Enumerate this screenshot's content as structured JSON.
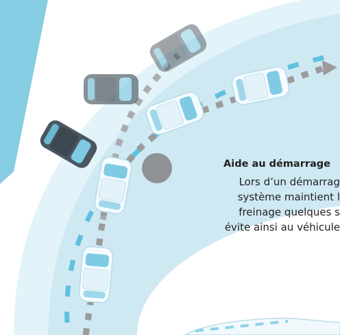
{
  "caption": {
    "title": "Aide au démarrage",
    "lines": [
      "Lors d’un démarrag",
      "système maintient l",
      "freinage quelques s",
      "évite ainsi au véhicule"
    ]
  },
  "colors": {
    "panel_blue": "#86cde4",
    "road_light": "#cfe9f3",
    "lane_dash": "#5fc0df",
    "track_gray": "#9b9b9b",
    "car_dark": "#4a5660",
    "car_light": "#eaf6fb"
  }
}
